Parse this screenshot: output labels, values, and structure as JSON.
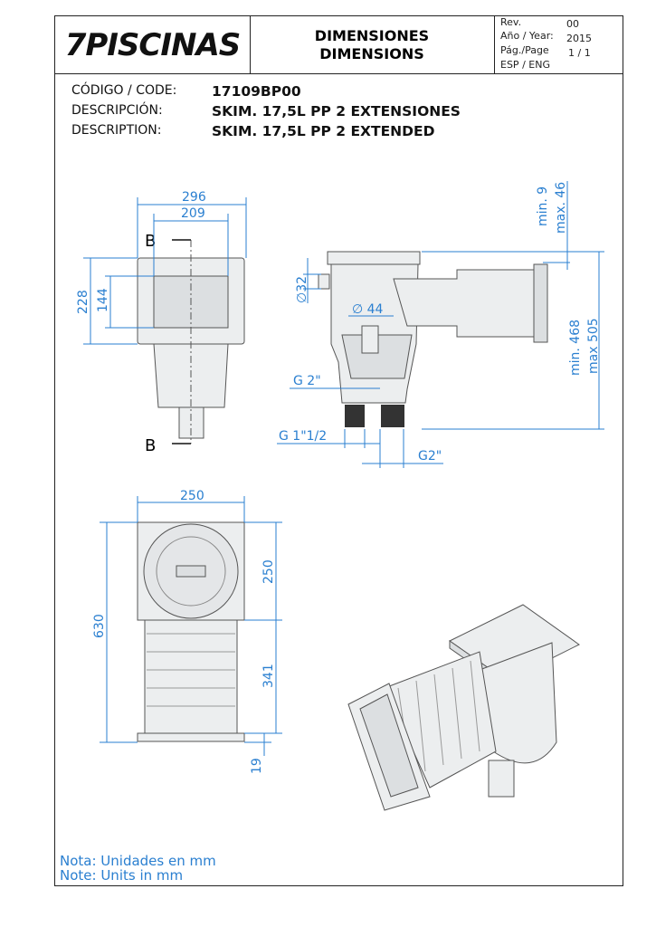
{
  "header": {
    "logo": "7PISCINAS",
    "title_es": "DIMENSIONES",
    "title_en": "DIMENSIONS",
    "rev_label": "Rev.",
    "rev_value": "00",
    "year_label": "Año / Year:",
    "year_value": "2015",
    "page_label": "Pág./Page",
    "page_value": "1 / 1",
    "lang": "ESP / ENG"
  },
  "product": {
    "code_label": "CÓDIGO / CODE:",
    "code_value": "17109BP00",
    "desc_es_label": "DESCRIPCIÓN:",
    "desc_es_value": "SKIM. 17,5L PP 2 EXTENSIONES",
    "desc_en_label": "DESCRIPTION:",
    "desc_en_value": "SKIM. 17,5L PP 2 EXTENDED"
  },
  "front_view": {
    "width_total": "296",
    "width_inner": "209",
    "height_total": "228",
    "height_inner": "144",
    "section_mark_top": "B",
    "section_mark_bottom": "B"
  },
  "section_view": {
    "diam_32": "∅32",
    "diam_44": "∅ 44",
    "thread_g2": "G 2\"",
    "thread_g112": "G 1\"1/2",
    "thread_g2b": "G2\"",
    "adj_min": "min. 9",
    "adj_max": "max. 46",
    "height_min": "min. 468",
    "height_max": "max 505"
  },
  "top_view": {
    "width": "250",
    "length_total": "630",
    "length_body": "250",
    "length_ext": "341",
    "flange": "19"
  },
  "note": {
    "es": "Nota: Unidades en mm",
    "en": "Note: Units in mm"
  },
  "colors": {
    "dimension": "#2a7fd0",
    "border": "#222222"
  }
}
